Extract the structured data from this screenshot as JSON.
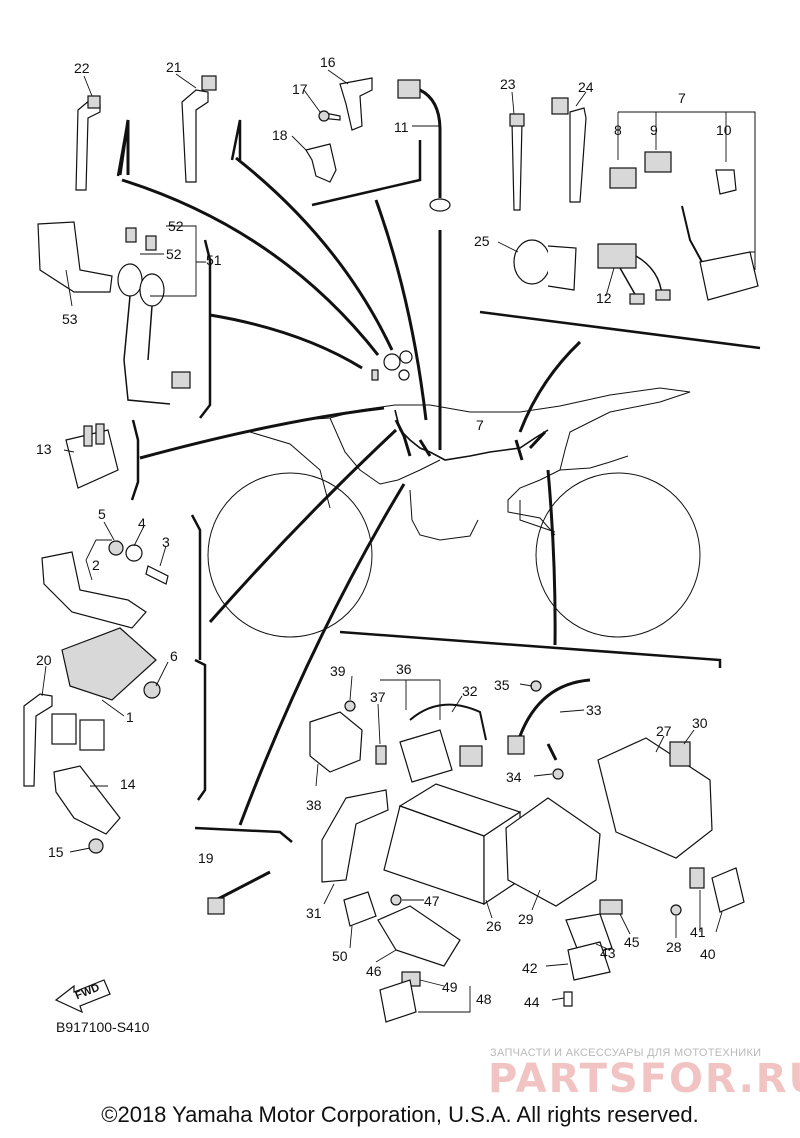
{
  "diagram": {
    "code": "B917100-S410",
    "fwd_label": "FWD",
    "callouts": [
      "1",
      "2",
      "3",
      "4",
      "5",
      "6",
      "7",
      "8",
      "9",
      "10",
      "11",
      "12",
      "13",
      "14",
      "15",
      "16",
      "17",
      "18",
      "19",
      "20",
      "21",
      "22",
      "23",
      "24",
      "25",
      "26",
      "27",
      "28",
      "29",
      "30",
      "31",
      "32",
      "33",
      "34",
      "35",
      "36",
      "37",
      "38",
      "39",
      "40",
      "41",
      "42",
      "43",
      "44",
      "45",
      "46",
      "47",
      "48",
      "49",
      "50",
      "51",
      "52",
      "53"
    ],
    "callout_52_second": "52",
    "callout_7_frame": "7"
  },
  "watermark": {
    "subtitle": "ЗАПЧАСТИ И АКСЕССУАРЫ ДЛЯ МОТОТЕХНИКИ",
    "brand": "PARTSFOR.RU"
  },
  "footer": {
    "copyright": "©2018 Yamaha Motor Corporation, U.S.A. All rights reserved."
  }
}
